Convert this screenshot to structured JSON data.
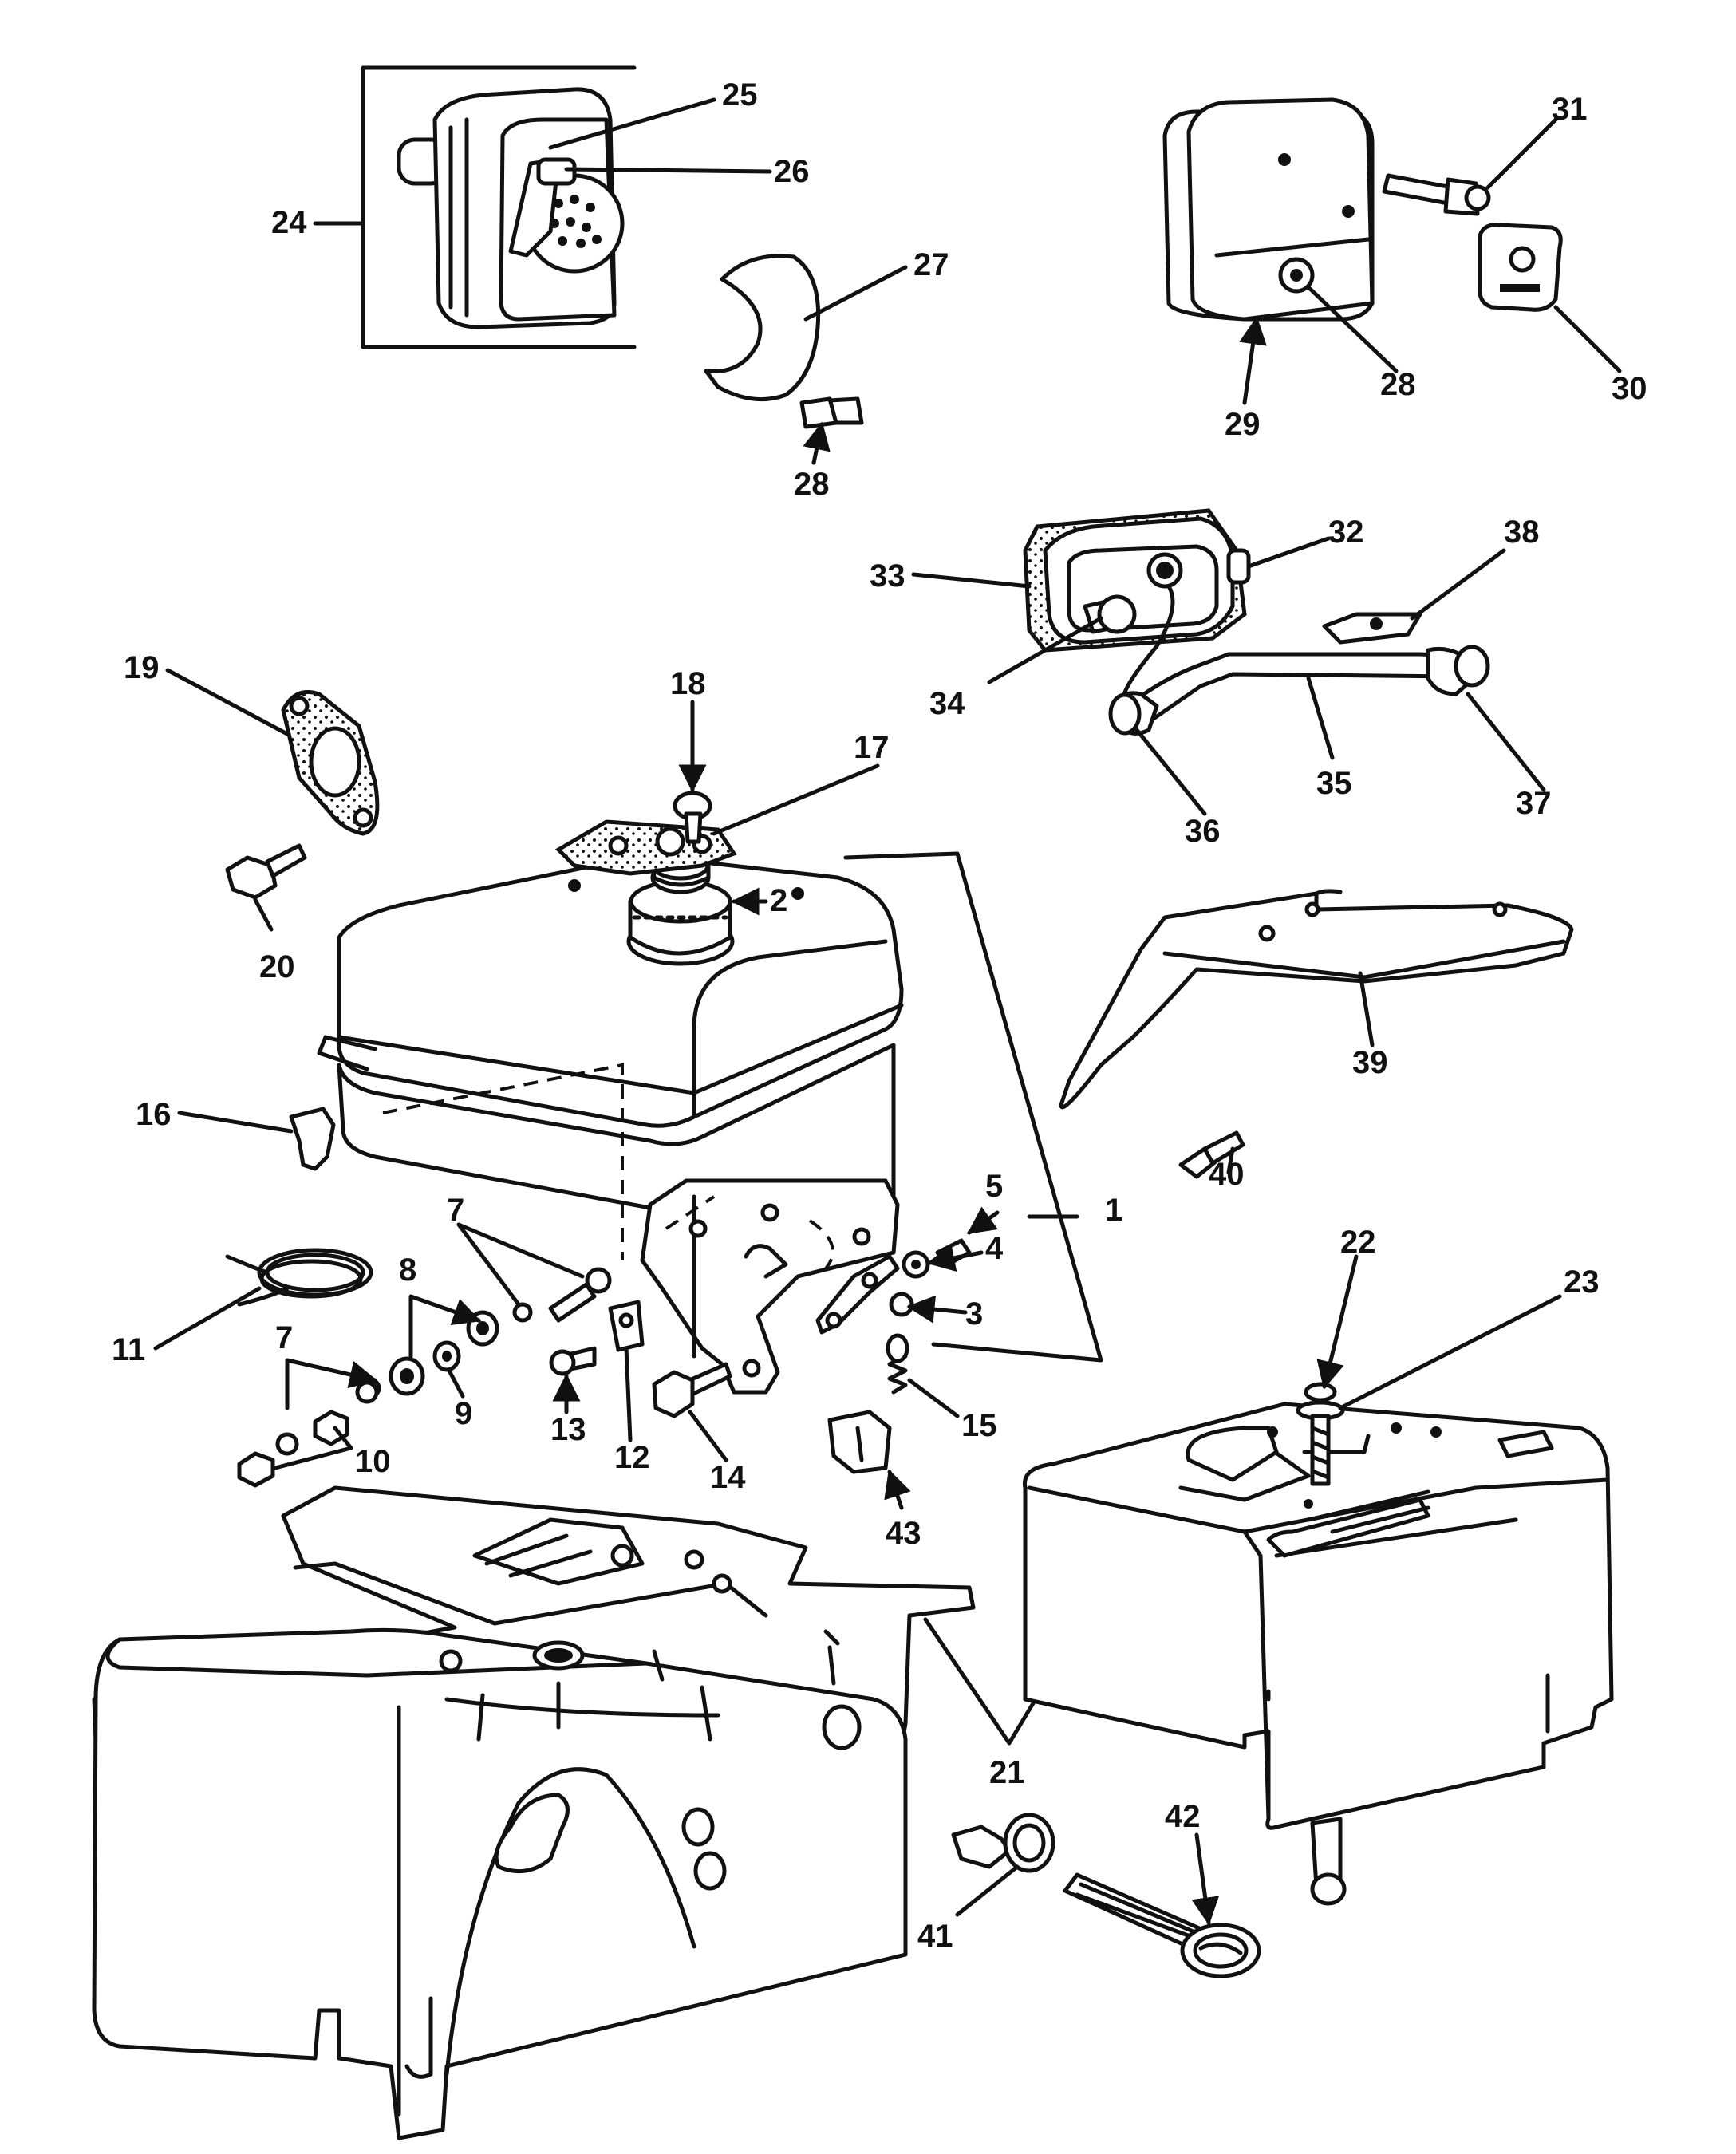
{
  "callouts": [
    "1",
    "2",
    "3",
    "4",
    "5",
    "7",
    "7",
    "8",
    "9",
    "10",
    "11",
    "12",
    "13",
    "14",
    "15",
    "16",
    "17",
    "18",
    "19",
    "20",
    "21",
    "22",
    "23",
    "24",
    "25",
    "26",
    "27",
    "28",
    "28",
    "29",
    "30",
    "31",
    "32",
    "33",
    "34",
    "35",
    "36",
    "37",
    "38",
    "39",
    "40",
    "41",
    "42",
    "43"
  ]
}
